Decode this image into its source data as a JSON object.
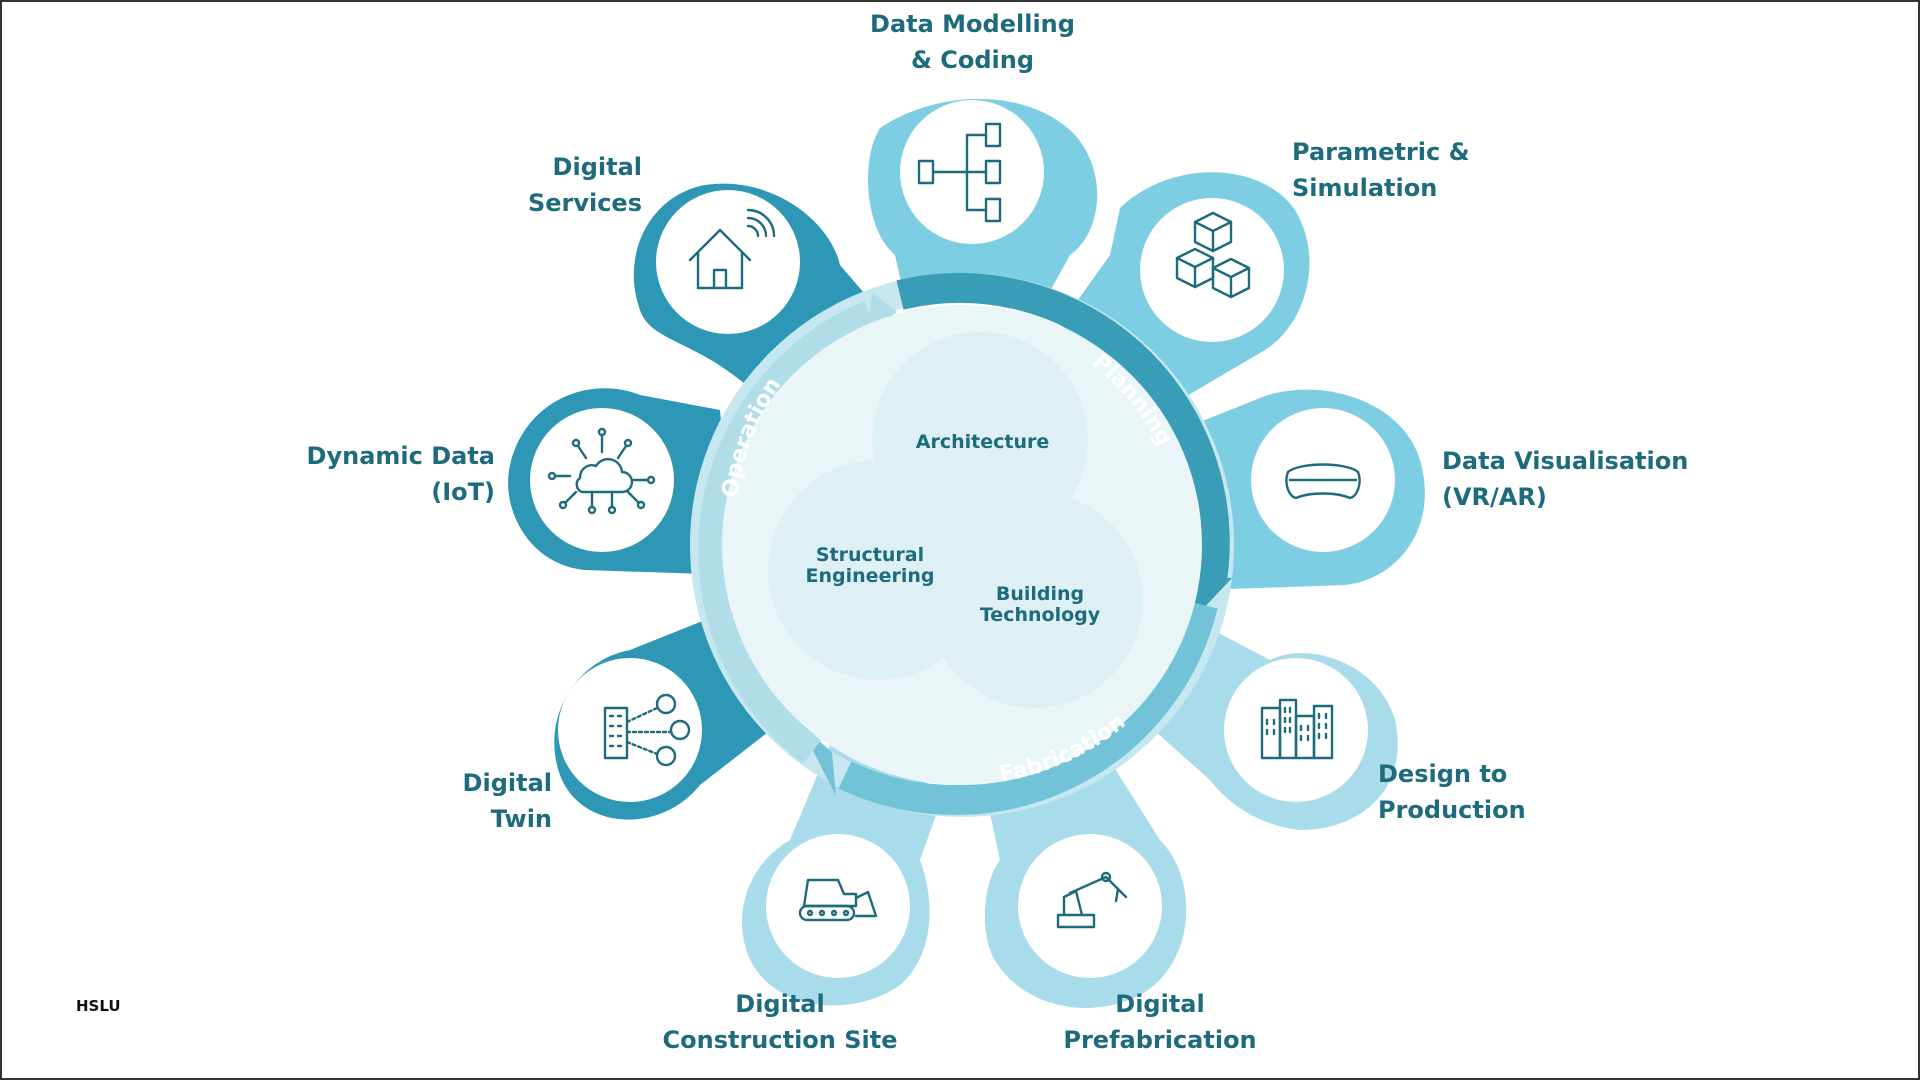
{
  "brand": "HSLU",
  "colors": {
    "planning": "#3a9db8",
    "fabrication": "#72c3d8",
    "operation": "#2e8ca6",
    "pin_dark": "#2e97b5",
    "pin_mid": "#57bcd5",
    "pin_light": "#7dcee2",
    "pin_pale": "#a9dcea",
    "text": "#1d6b7c",
    "center_fill": "#eaf5f8",
    "inner_fill": "#dff0f5"
  },
  "phases": {
    "planning": "Planning",
    "fabrication": "Fabrication",
    "operation": "Operation"
  },
  "disciplines": {
    "architecture": "Architecture",
    "structural": "Structural\nEngineering",
    "building": "Building\nTechnology"
  },
  "items": [
    {
      "label": "Data Modelling\n& Coding",
      "icon": "hierarchy-icon"
    },
    {
      "label": "Parametric &\nSimulation",
      "icon": "cubes-icon"
    },
    {
      "label": "Data Visualisation\n(VR/AR)",
      "icon": "vr-goggles-icon"
    },
    {
      "label": "Design to\nProduction",
      "icon": "buildings-icon"
    },
    {
      "label": "Digital\nPrefabrication",
      "icon": "robot-arm-icon"
    },
    {
      "label": "Digital\nConstruction Site",
      "icon": "bulldozer-icon"
    },
    {
      "label": "Digital\nTwin",
      "icon": "building-people-icon"
    },
    {
      "label": "Dynamic Data\n(IoT)",
      "icon": "cloud-network-icon"
    },
    {
      "label": "Digital\nServices",
      "icon": "smart-home-icon"
    }
  ]
}
